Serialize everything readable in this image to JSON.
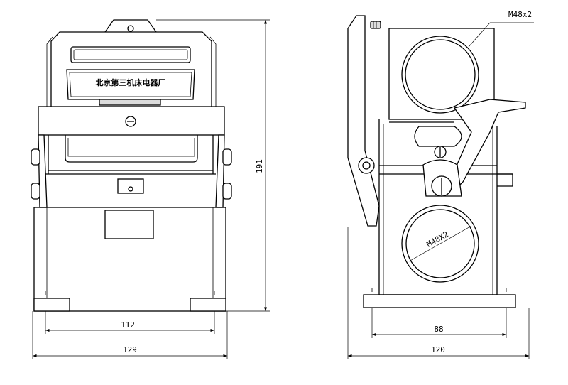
{
  "drawing": {
    "dimensions": {
      "front_inner_width": "112",
      "front_outer_width": "129",
      "front_height": "191",
      "side_inner_width": "88",
      "side_outer_width": "120"
    },
    "thread_labels": {
      "top": "M48x2",
      "bottom": "M48X2"
    },
    "nameplate_text": "北京第三机床电器厂"
  }
}
